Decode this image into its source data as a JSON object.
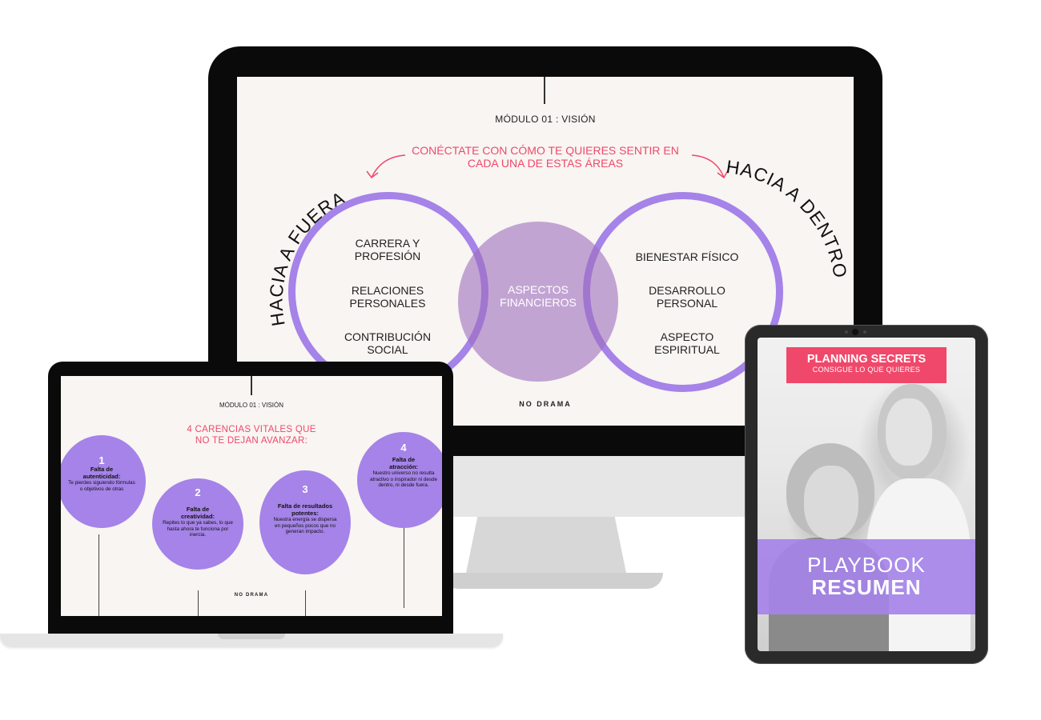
{
  "monitor": {
    "module": "MÓDULO 01 : VISIÓN",
    "heading_line1": "CONÉCTATE CON CÓMO TE QUIERES SENTIR EN",
    "heading_line2": "CADA UNA DE ESTAS ÁREAS",
    "arc_left": "HACIA A FUERA",
    "arc_right": "HACIA A DENTRO",
    "left_items": [
      {
        "line1": "CARRERA Y",
        "line2": "PROFESIÓN"
      },
      {
        "line1": "RELACIONES",
        "line2": "PERSONALES"
      },
      {
        "line1": "CONTRIBUCIÓN",
        "line2": "SOCIAL"
      }
    ],
    "center": {
      "line1": "ASPECTOS",
      "line2": "FINANCIEROS"
    },
    "right_items": [
      {
        "line1": "BIENESTAR FÍSICO",
        "line2": ""
      },
      {
        "line1": "DESARROLLO",
        "line2": "PERSONAL"
      },
      {
        "line1": "ASPECTO",
        "line2": "ESPIRITUAL"
      }
    ],
    "footer": "NO DRAMA",
    "accent_color": "#f0486a",
    "circle_color": "#a583e8"
  },
  "laptop": {
    "module": "MÓDULO 01 : VISIÓN",
    "heading_line1": "4 CARENCIAS VITALES QUE",
    "heading_line2": "NO TE DEJAN AVANZAR:",
    "items": [
      {
        "num": "1",
        "title": "Falta de autenticidad:",
        "desc": "Te pierdes siguiendo fórmulas o objetivos de otras"
      },
      {
        "num": "2",
        "title": "Falta de creatividad:",
        "desc": "Repites lo que ya sabes, lo que hasta ahora te funciona por inercia."
      },
      {
        "num": "3",
        "title": "Falta de resultados potentes:",
        "desc": "Nuestra energía se dispersa en pequeños pocos que no generan impacto."
      },
      {
        "num": "4",
        "title": "Falta de atracción:",
        "desc": "Nuestro universo no resulta atractivo o inspirador ni desde dentro, ni desde fuera."
      }
    ],
    "footer": "NO DRAMA"
  },
  "tablet": {
    "banner_title": "PLANNING SECRETS",
    "banner_subtitle": "CONSIGUE LO QUE QUIERES",
    "label_line1": "PLAYBOOK",
    "label_line2": "RESUMEN"
  }
}
